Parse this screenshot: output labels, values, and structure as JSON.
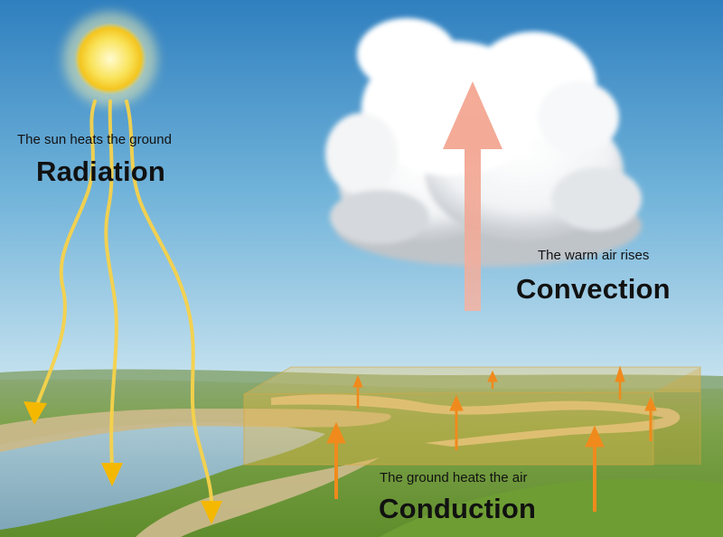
{
  "labels": {
    "radiation": {
      "caption": "The sun heats the ground",
      "heading": "Radiation"
    },
    "convection": {
      "caption": "The warm air rises",
      "heading": "Convection"
    },
    "conduction": {
      "caption": "The ground heats the air",
      "heading": "Conduction"
    }
  },
  "colors": {
    "sky_top": "#2f7fbf",
    "sky_bottom": "#dff0f6",
    "sun": "#f7d22a",
    "radiation_arrow": "#f5b800",
    "convection_arrow": "#f2a08a",
    "conduction_arrow": "#f08a1c",
    "grass": "#6f9a3a",
    "river": "#8fb4c4",
    "path": "#c9b98a",
    "air_box": "#e6b84a"
  },
  "icons": {
    "sun": "sun-icon",
    "cloud": "cloud-icon"
  }
}
